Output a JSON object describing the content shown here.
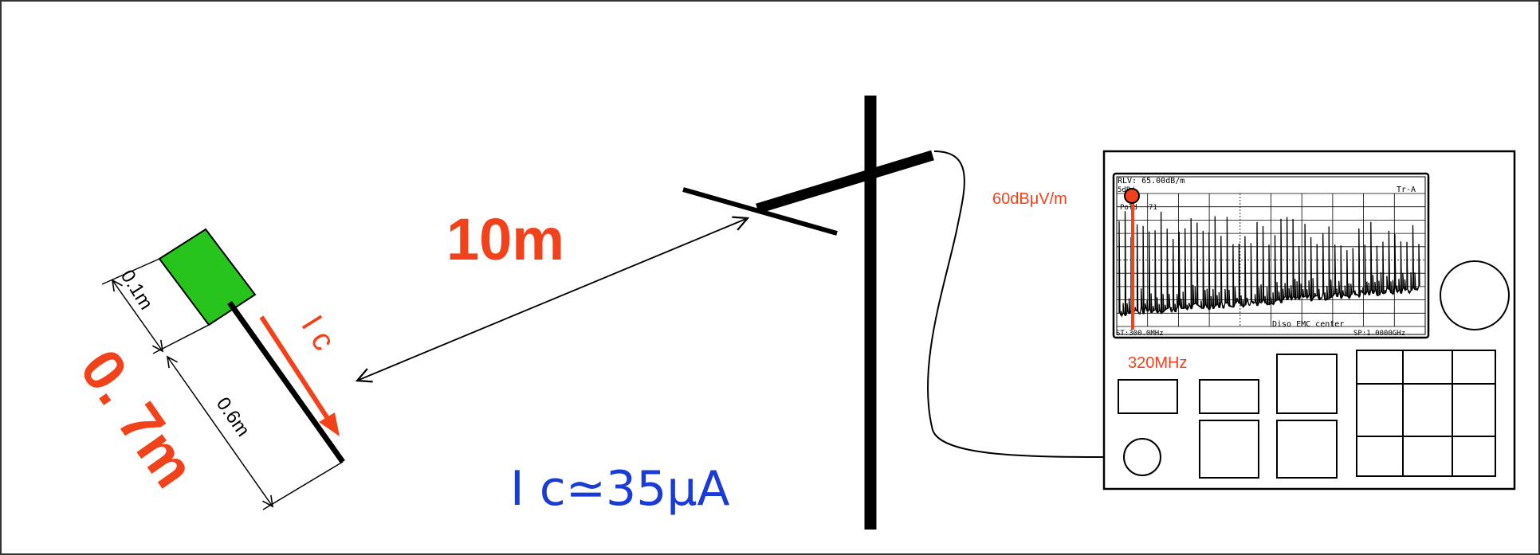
{
  "colors": {
    "accent": "#f2421b",
    "formula": "#1a3bd4",
    "pcb_green": "#27c41e",
    "line": "#000000"
  },
  "labels": {
    "distance": "10m",
    "dim_small": "0.1m",
    "dim_cable": "0.6m",
    "total_length": "0. 7m",
    "current_arrow": "I c",
    "formula": "I c≃35μA",
    "field_level": "60dBμV/m",
    "marker_freq": "320MHz"
  },
  "analyzer": {
    "ref_level": "RLV: 65.00dB/m",
    "scale": "5dB/",
    "mode": "Tr-A",
    "marker_row_a": "Pold",
    "marker_row_b": "71",
    "footer_center": "Diso EMC center",
    "start": "ST:300.0MHz",
    "stop": "SP:1.0000GHz"
  },
  "icons": {
    "pcb": "green-board-icon",
    "antenna": "dipole-antenna-icon",
    "analyzer": "spectrum-analyzer-icon",
    "knob": "dial-knob-icon"
  }
}
